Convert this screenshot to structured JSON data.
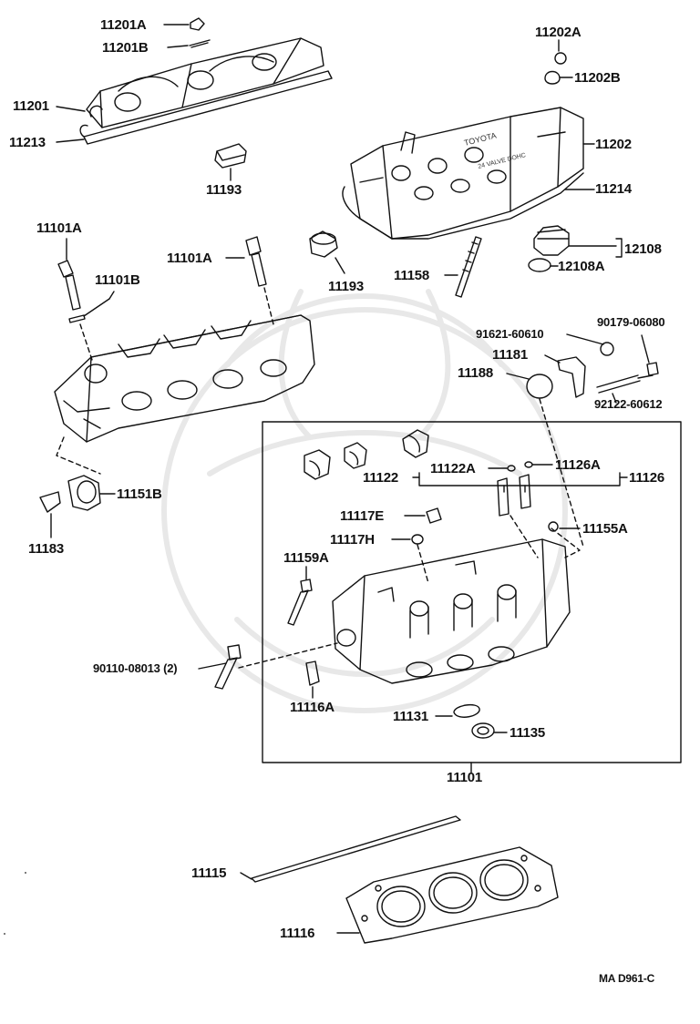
{
  "labels": {
    "p11201A": "11201A",
    "p11201B": "11201B",
    "p11201": "11201",
    "p11213": "11213",
    "p11193a": "11193",
    "p11202A": "11202A",
    "p11202B": "11202B",
    "p11202": "11202",
    "p11214": "11214",
    "p11101Aa": "11101A",
    "p11101Ab": "11101A",
    "p11101B": "11101B",
    "p11193b": "11193",
    "p11158": "11158",
    "p12108": "12108",
    "p12108A": "12108A",
    "p91621": "91621-60610",
    "p90179": "90179-06080",
    "p11181": "11181",
    "p11188": "11188",
    "p92122": "92122-60612",
    "p11122A": "11122A",
    "p11126A": "11126A",
    "p11122": "11122",
    "p11126": "11126",
    "p11117E": "11117E",
    "p11117H": "11117H",
    "p11155A": "11155A",
    "p11151B": "11151B",
    "p11183": "11183",
    "p11159A": "11159A",
    "p90110": "90110-08013 (2)",
    "p11116A": "11116A",
    "p11131": "11131",
    "p11135": "11135",
    "p11101": "11101",
    "p11115": "11115",
    "p11116": "11116",
    "ref": "MA D961-C"
  },
  "cover_text": {
    "brand": "TOYOTA",
    "sub": "24 VALVE DOHC"
  }
}
